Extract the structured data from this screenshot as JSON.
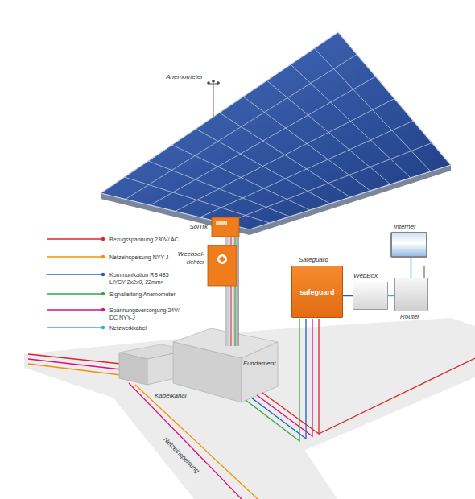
{
  "diagram": {
    "nodes": [
      {
        "text": [
          "Internet"
        ]
      },
      {
        "text": [
          "Safeguard",
          "safeguard"
        ]
      },
      {
        "text": [
          "WebBox"
        ]
      },
      {
        "text": [
          "Router"
        ]
      }
    ],
    "edges": [
      {
        "from": 0,
        "to": 3,
        "arrow": "none"
      },
      {
        "from": 3,
        "to": 2,
        "arrow": "none"
      },
      {
        "from": 2,
        "to": 1,
        "arrow": "none"
      }
    ],
    "labels": [
      "Anemometer",
      "SolTrk",
      "Wechsel- richter",
      "Fundament",
      "Kabelkanal",
      "Netzeinspeisung"
    ],
    "legend": [
      {
        "text": "Bezugsspannung 230V/ AC"
      },
      {
        "text": "Netzeinspeisung NYY-J"
      },
      {
        "text": "Kommunikation RS 485 LiYCY 2x2x0, 22mm²"
      },
      {
        "text": "Signalleitung Anemometer"
      },
      {
        "text": "Spannungsversorgung 24V/ DC NYY-J"
      },
      {
        "text": "Netzwerkkabel"
      }
    ]
  }
}
